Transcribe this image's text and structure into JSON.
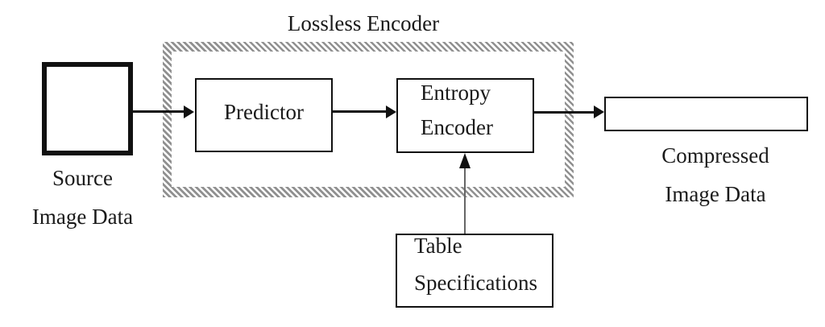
{
  "diagram": {
    "title": "Lossless Encoder",
    "source": {
      "line1": "Source",
      "line2": "Image Data"
    },
    "predictor": {
      "label": "Predictor"
    },
    "entropy": {
      "line1": "Entropy",
      "line2": "Encoder"
    },
    "table": {
      "line1": "Table",
      "line2": "Specifications"
    },
    "compressed": {
      "line1": "Compressed",
      "line2": "Image Data"
    },
    "colors": {
      "outline": "#111111",
      "hatch": "#909090",
      "text": "#1a1a1a",
      "connector": "#666666",
      "background": "#ffffff"
    }
  }
}
